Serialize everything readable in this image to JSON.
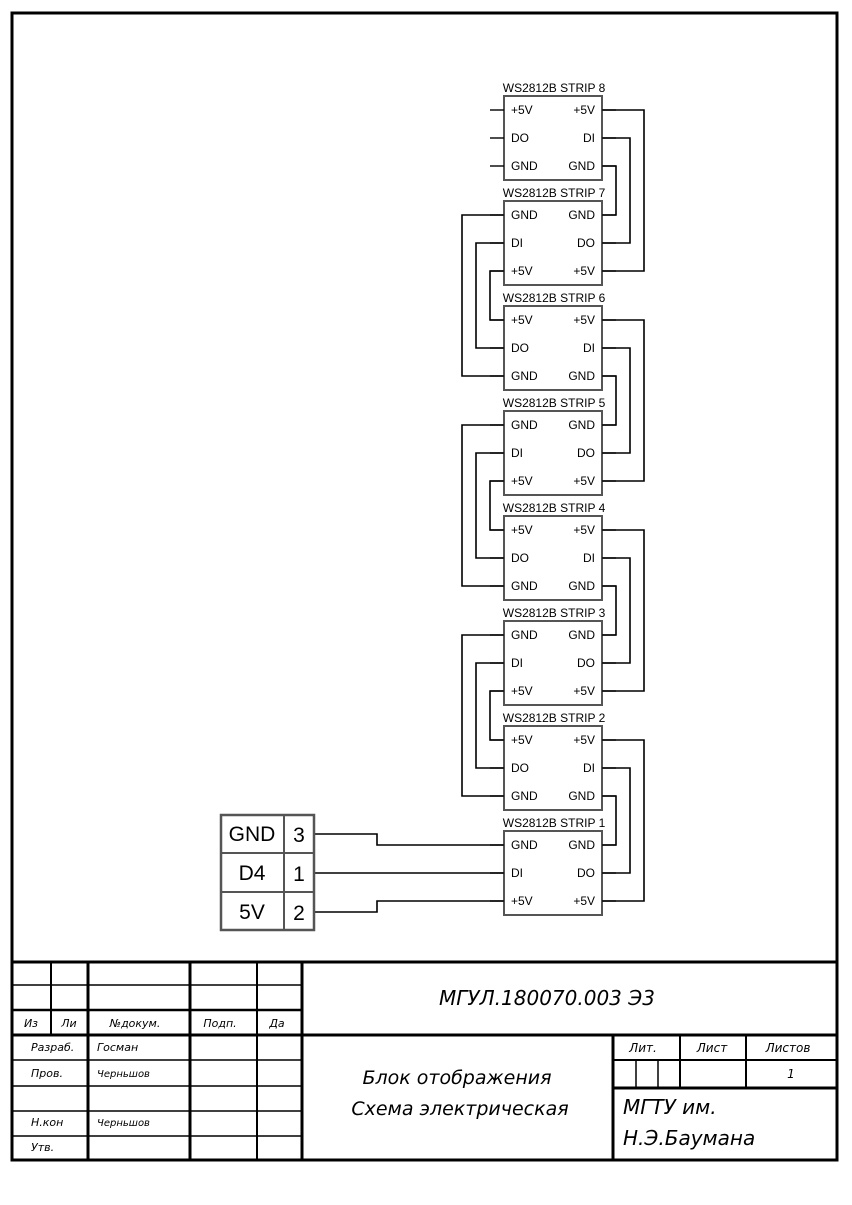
{
  "connector": {
    "pins": [
      {
        "label": "GND",
        "num": "3"
      },
      {
        "label": "D4",
        "num": "1"
      },
      {
        "label": "5V",
        "num": "2"
      }
    ]
  },
  "strips": [
    {
      "title": "WS2812B STRIP 1",
      "left": [
        "GND",
        "DI",
        "+5V"
      ],
      "right": [
        "GND",
        "DO",
        "+5V"
      ]
    },
    {
      "title": "WS2812B STRIP 2",
      "left": [
        "+5V",
        "DO",
        "GND"
      ],
      "right": [
        "+5V",
        "DI",
        "GND"
      ]
    },
    {
      "title": "WS2812B STRIP 3",
      "left": [
        "GND",
        "DI",
        "+5V"
      ],
      "right": [
        "GND",
        "DO",
        "+5V"
      ]
    },
    {
      "title": "WS2812B STRIP 4",
      "left": [
        "+5V",
        "DO",
        "GND"
      ],
      "right": [
        "+5V",
        "DI",
        "GND"
      ]
    },
    {
      "title": "WS2812B STRIP 5",
      "left": [
        "GND",
        "DI",
        "+5V"
      ],
      "right": [
        "GND",
        "DO",
        "+5V"
      ]
    },
    {
      "title": "WS2812B STRIP 6",
      "left": [
        "+5V",
        "DO",
        "GND"
      ],
      "right": [
        "+5V",
        "DI",
        "GND"
      ]
    },
    {
      "title": "WS2812B STRIP 7",
      "left": [
        "GND",
        "DI",
        "+5V"
      ],
      "right": [
        "GND",
        "DO",
        "+5V"
      ]
    },
    {
      "title": "WS2812B STRIP 8",
      "left": [
        "+5V",
        "DO",
        "GND"
      ],
      "right": [
        "+5V",
        "DI",
        "GND"
      ]
    }
  ],
  "title_block": {
    "doc_code": "МГУЛ.180070.003 Э3",
    "col_izm": "Из",
    "col_list": "Ли",
    "col_doc": "№докум.",
    "col_sign": "Подп.",
    "col_date": "Да",
    "razrab_label": "Разраб.",
    "razrab_name": "Госман",
    "prov_label": "Пров.",
    "prov_name": "Черньшов",
    "nkontr_label": "Н.кон",
    "nkontr_name": "Черньшов",
    "utv_label": "Утв.",
    "name_line1": "Блок отображения",
    "name_line2": "Схема электрическая",
    "lit_label": "Лит.",
    "sheet_label": "Лист",
    "sheets_label": "Листов",
    "sheets_value": "1",
    "org_line1": "МГТУ им.",
    "org_line2": "Н.Э.Баумана"
  }
}
